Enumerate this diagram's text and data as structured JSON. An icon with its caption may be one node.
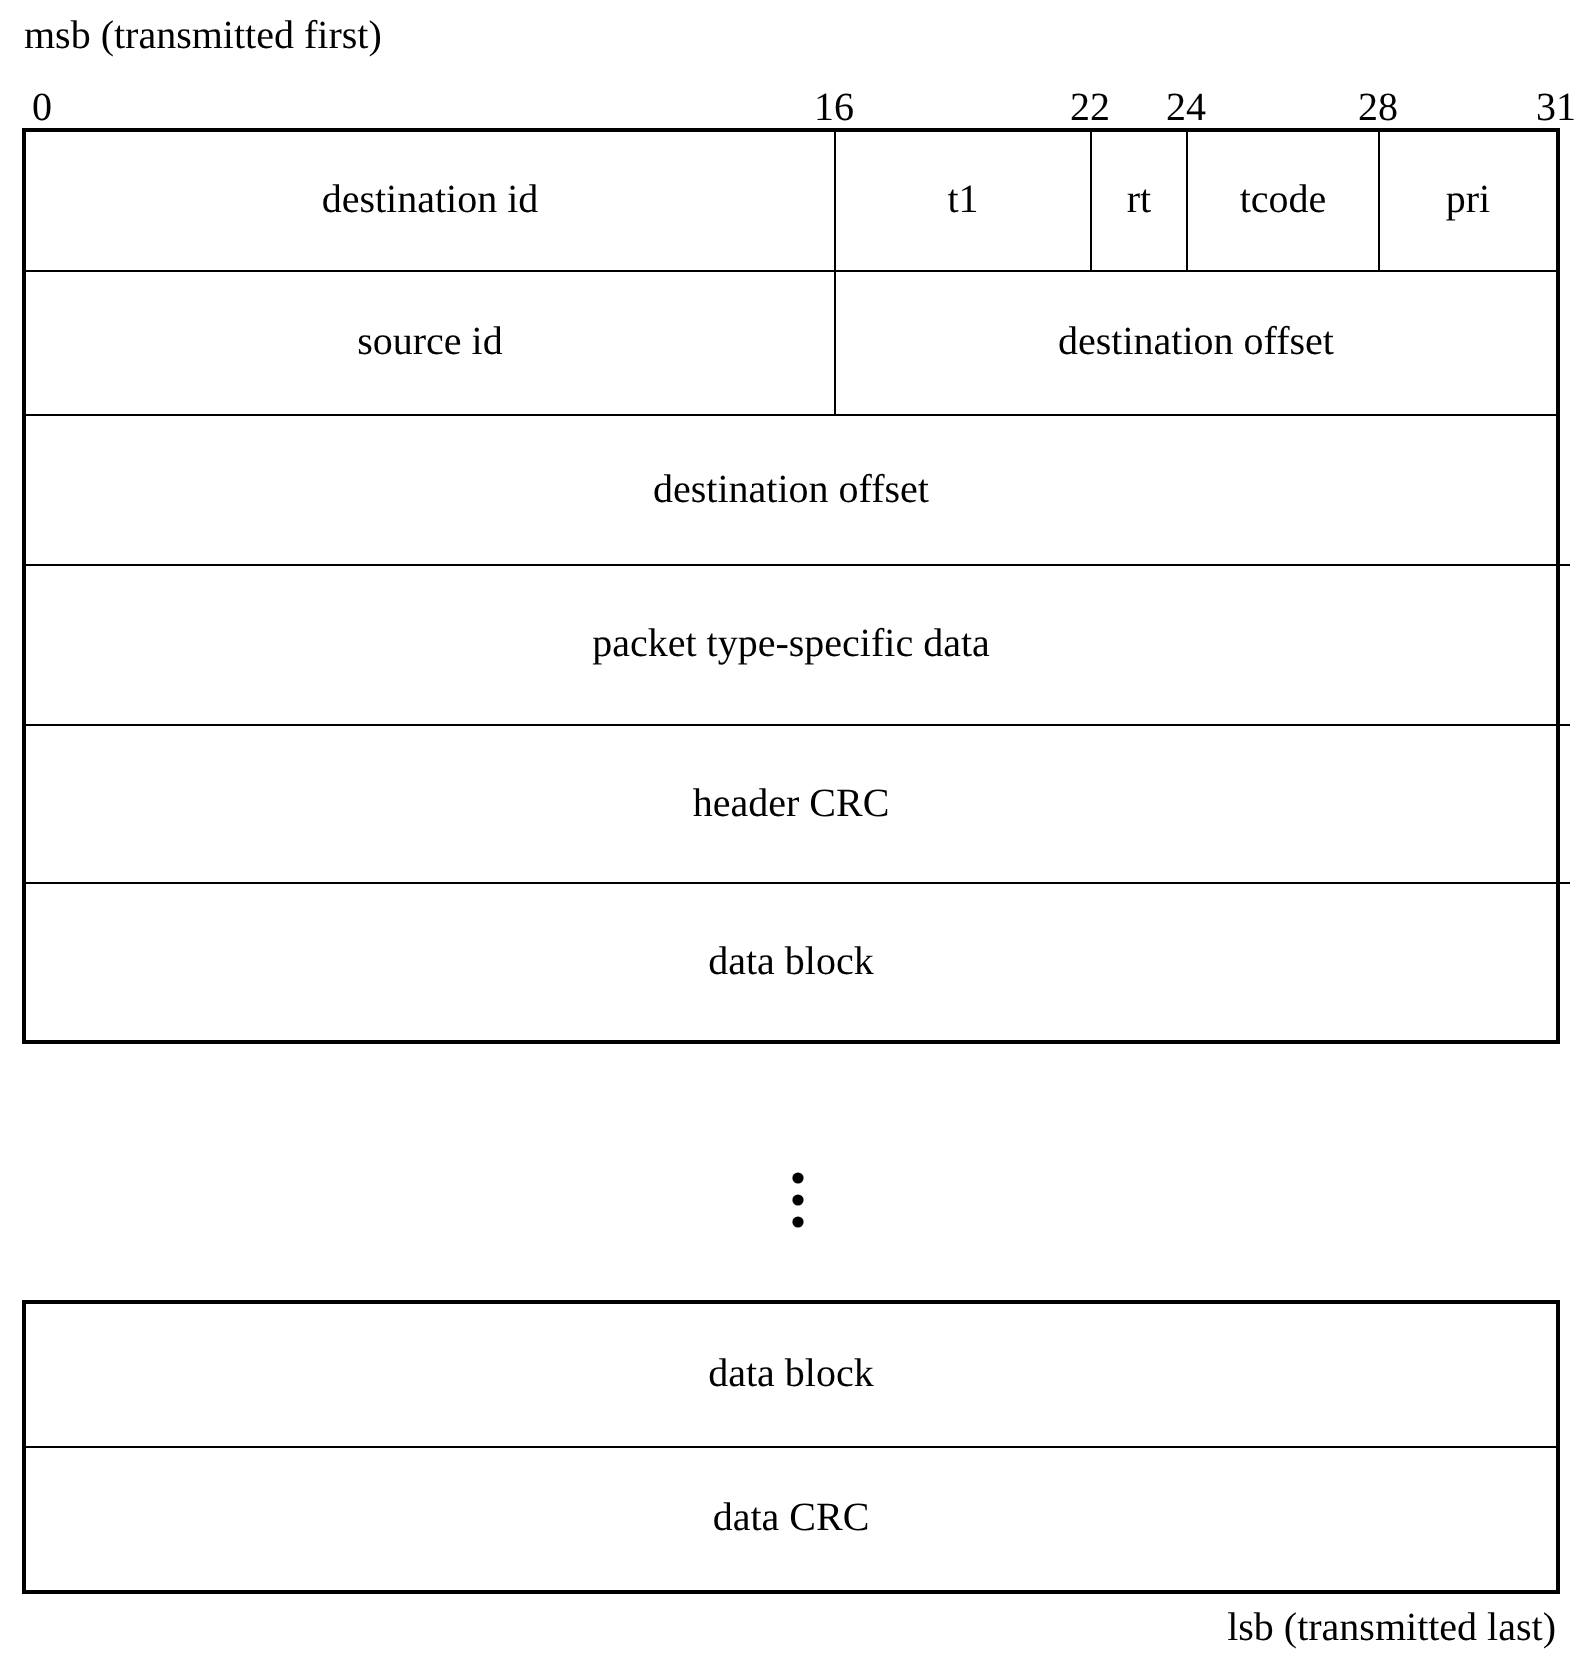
{
  "diagram": {
    "nodes": [
      {
        "text": [
          "destination id"
        ]
      },
      {
        "text": [
          "t1"
        ]
      },
      {
        "text": [
          "rt"
        ]
      },
      {
        "text": [
          "tcode"
        ]
      },
      {
        "text": [
          "pri"
        ]
      },
      {
        "text": [
          "source id"
        ]
      },
      {
        "text": [
          "destination offset"
        ]
      },
      {
        "text": [
          "destination offset"
        ]
      },
      {
        "text": [
          "packet type-specific data"
        ]
      },
      {
        "text": [
          "header CRC"
        ]
      },
      {
        "text": [
          "data block"
        ]
      },
      {
        "text": [
          "data block"
        ]
      },
      {
        "text": [
          "data CRC"
        ]
      }
    ],
    "labels": [
      "msb (transmitted first)",
      "0",
      "16",
      "22",
      "24",
      "28",
      "31",
      "lsb (transmitted last)"
    ]
  }
}
